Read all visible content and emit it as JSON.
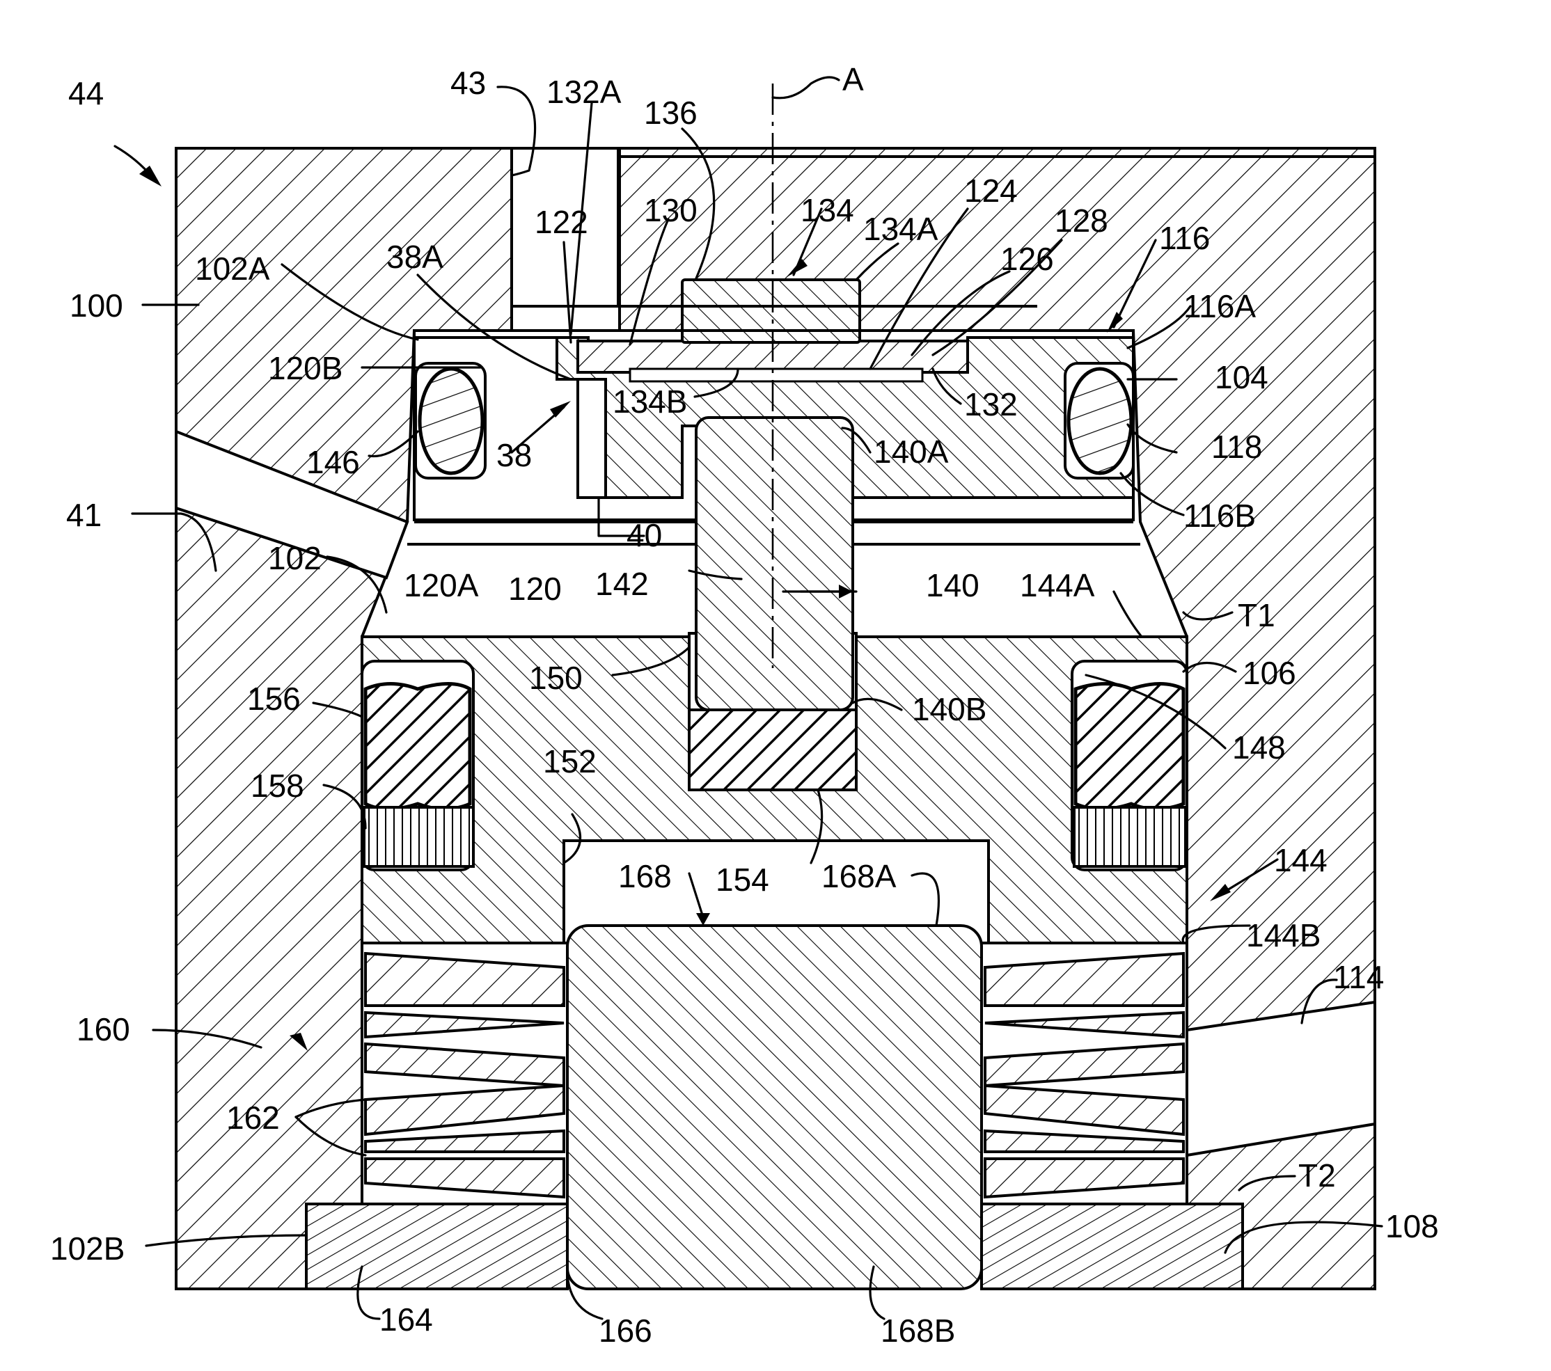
{
  "figure": {
    "labels": {
      "l44": "44",
      "l43": "43",
      "l132A": "132A",
      "l136": "136",
      "lA": "A",
      "l122": "122",
      "l130": "130",
      "l134": "134",
      "l134A": "134A",
      "l124": "124",
      "l128": "128",
      "l116": "116",
      "l126": "126",
      "l102A": "102A",
      "l38A": "38A",
      "l100": "100",
      "l116A": "116A",
      "l120B": "120B",
      "l104": "104",
      "l134B": "134B",
      "l132": "132",
      "l146": "146",
      "l38": "38",
      "l118": "118",
      "l140A": "140A",
      "l116B": "116B",
      "l41": "41",
      "l40": "40",
      "l102": "102",
      "l120A": "120A",
      "l120": "120",
      "l142": "142",
      "l140": "140",
      "l144A": "144A",
      "lT1": "T1",
      "l150": "150",
      "l156": "156",
      "l106": "106",
      "l140B": "140B",
      "l148": "148",
      "l152": "152",
      "l158": "158",
      "l168": "168",
      "l154": "154",
      "l168A": "168A",
      "l144": "144",
      "l144B": "144B",
      "l114": "114",
      "l160": "160",
      "l162": "162",
      "lT2": "T2",
      "l108": "108",
      "l102B": "102B",
      "l164": "164",
      "l166": "166",
      "l168B": "168B"
    }
  }
}
